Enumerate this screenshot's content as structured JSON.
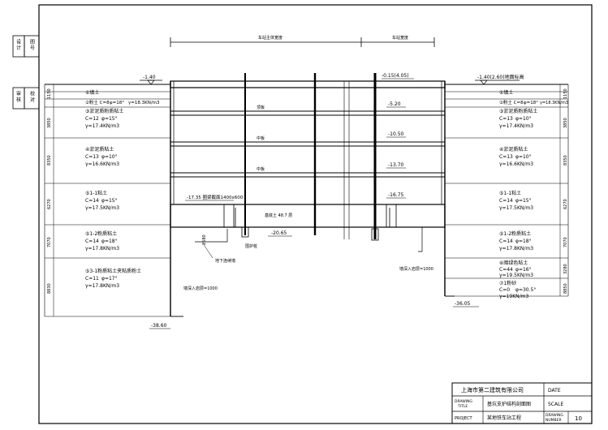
{
  "title_block": {
    "company": "上海市第二建筑有限公司",
    "date_label": "DATE",
    "scale_label": "SCALE",
    "drawing_title_label_en": "DRAWING\nTITLE",
    "drawing_title": "基坑支护结构剖面图",
    "project_label": "PROJECT",
    "project_name": "某地铁车站工程",
    "drawing_number_label": "DRAWING\nNUMBER",
    "drawing_number": "10"
  },
  "left_stamps": {
    "top": [
      "设 计",
      "图 号"
    ],
    "bottom": [
      "审 核",
      "校 对"
    ]
  },
  "header_dims": {
    "left_span": "车站主体宽度",
    "right_span": "车站宽度"
  },
  "elevations": {
    "ground_left": "-1.40",
    "ground_right": "-1.40(2.60)地面标高",
    "top_slab": "-0.15(4.05)",
    "level_1": "-5.20",
    "level_2": "-10.50",
    "level_3": "-13.70",
    "level_4": "-16.75",
    "left_bottom": "-38.60",
    "right_bottom": "-36.05",
    "base": "-20.65"
  },
  "labels": {
    "beam_left": "-17.35 圈梁截面1400x600",
    "mid_note": "基底土 48.7 层",
    "pile_label": "围护桩",
    "wall_left": "地下连续墙",
    "embed_left": "墙深入岩层=1000",
    "embed_right": "墙深入岩层=1000",
    "floor_1": "顶板",
    "floor_2": "中板",
    "floor_3": "中板",
    "dim_2580": "2580"
  },
  "soil_left": [
    {
      "name": "①填土",
      "c": "",
      "phi": "",
      "gamma": ""
    },
    {
      "name": "②粉土 C=8",
      "c": "",
      "phi": "φ=18°",
      "gamma": "γ=18.3KN/m3"
    },
    {
      "name": "③淤泥质粉质粘土",
      "c": "C=12",
      "phi": "φ=15°",
      "gamma": "γ=17.4KN/m3"
    },
    {
      "name": "④淤泥质粘土",
      "c": "C=13",
      "phi": "φ=10°",
      "gamma": "γ=16.6KN/m3"
    },
    {
      "name": "⑤1-1粘土",
      "c": "C=14",
      "phi": "φ=15°",
      "gamma": "γ=17.5KN/m3"
    },
    {
      "name": "⑤1-2粉质粘土",
      "c": "C=14",
      "phi": "φ=18°",
      "gamma": "γ=17.8KN/m3"
    },
    {
      "name": "⑤3-1粉质粘土夹粘质粉土",
      "c": "C=11",
      "phi": "φ=17°",
      "gamma": "γ=17.8KN/m3"
    }
  ],
  "soil_right": [
    {
      "name": "①填土",
      "c": "",
      "phi": "",
      "gamma": ""
    },
    {
      "name": "②粉土 C=8",
      "c": "",
      "phi": "φ=18°",
      "gamma": "γ=18.3KN/m3"
    },
    {
      "name": "③淤泥质粉质粘土",
      "c": "C=13",
      "phi": "φ=10°",
      "gamma": "γ=17.4KN/m3"
    },
    {
      "name": "④淤泥质粘土",
      "c": "C=13",
      "phi": "φ=10°",
      "gamma": "γ=16.6KN/m3"
    },
    {
      "name": "⑤1-1粘土",
      "c": "C=14",
      "phi": "φ=15°",
      "gamma": "γ=17.5KN/m3"
    },
    {
      "name": "⑤1-2粉质粘土",
      "c": "C=14",
      "phi": "φ=18°",
      "gamma": "γ=17.8KN/m3"
    },
    {
      "name": "⑥暗绿色粘土",
      "c": "C=44",
      "phi": "φ=16°",
      "gamma": "γ=19.5KN/m3"
    },
    {
      "name": "⑦1粉砂",
      "c": "C=0",
      "phi": "φ=30.5°",
      "gamma": "γ=19KN/m3"
    }
  ],
  "thickness_left": [
    "1150",
    "3850",
    "8350",
    "6270",
    "7070",
    "8830"
  ],
  "thickness_right": [
    "1150",
    "3850",
    "8350",
    "6270",
    "7070",
    "3280",
    "8850"
  ]
}
